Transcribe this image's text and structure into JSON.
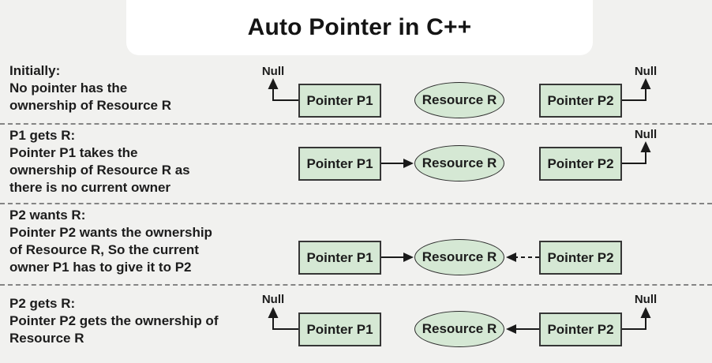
{
  "title": "Auto Pointer in C++",
  "colors": {
    "background": "#f1f1ef",
    "title_card": "#ffffff",
    "node_fill": "#d5e8d4",
    "node_border": "#363636",
    "text": "#1c1c1c",
    "separator": "#848484",
    "arrow": "#1a1a1a"
  },
  "rows": [
    {
      "heading": "Initially:",
      "line1": "No pointer has the",
      "line2": "ownership of Resource R",
      "p1_label": "Pointer P1",
      "resource_label": "Resource R",
      "p2_label": "Pointer P2",
      "null_left": "Null",
      "null_right": "Null"
    },
    {
      "heading": "P1 gets R:",
      "line1": "Pointer P1 takes the",
      "line2": "ownership of Resource R as",
      "line3": "there is no current owner",
      "p1_label": "Pointer P1",
      "resource_label": "Resource R",
      "p2_label": "Pointer P2",
      "null_right": "Null"
    },
    {
      "heading": "P2 wants R:",
      "line1": "Pointer P2 wants the ownership",
      "line2": "of Resource R, So the current",
      "line3": "owner P1 has to give it to P2",
      "p1_label": "Pointer P1",
      "resource_label": "Resource R",
      "p2_label": "Pointer P2"
    },
    {
      "heading": "P2 gets R:",
      "line1": "Pointer P2 gets the ownership of",
      "line2": "Resource R",
      "p1_label": "Pointer P1",
      "resource_label": "Resource R",
      "p2_label": "Pointer P2",
      "null_left": "Null",
      "null_right": "Null"
    }
  ]
}
